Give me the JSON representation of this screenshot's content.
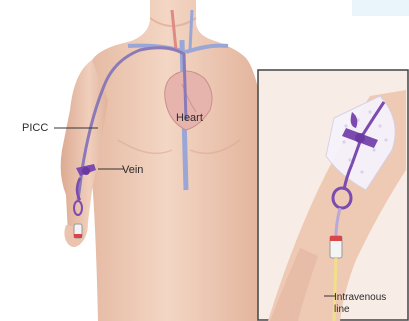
{
  "labels": {
    "picc": "PICC",
    "heart": "Heart",
    "vein": "Vein",
    "iv_line_1": "Intravenous",
    "iv_line_2": "line"
  },
  "colors": {
    "skin": "#ecc9b4",
    "skin_shadow": "#dba990",
    "catheter": "#8b7ab8",
    "device": "#7b4bb0",
    "vessel_blue": "#9aa7d6",
    "vessel_red": "#e08a86",
    "inset_border": "#444444",
    "tube_yellow": "#f1df8a"
  }
}
